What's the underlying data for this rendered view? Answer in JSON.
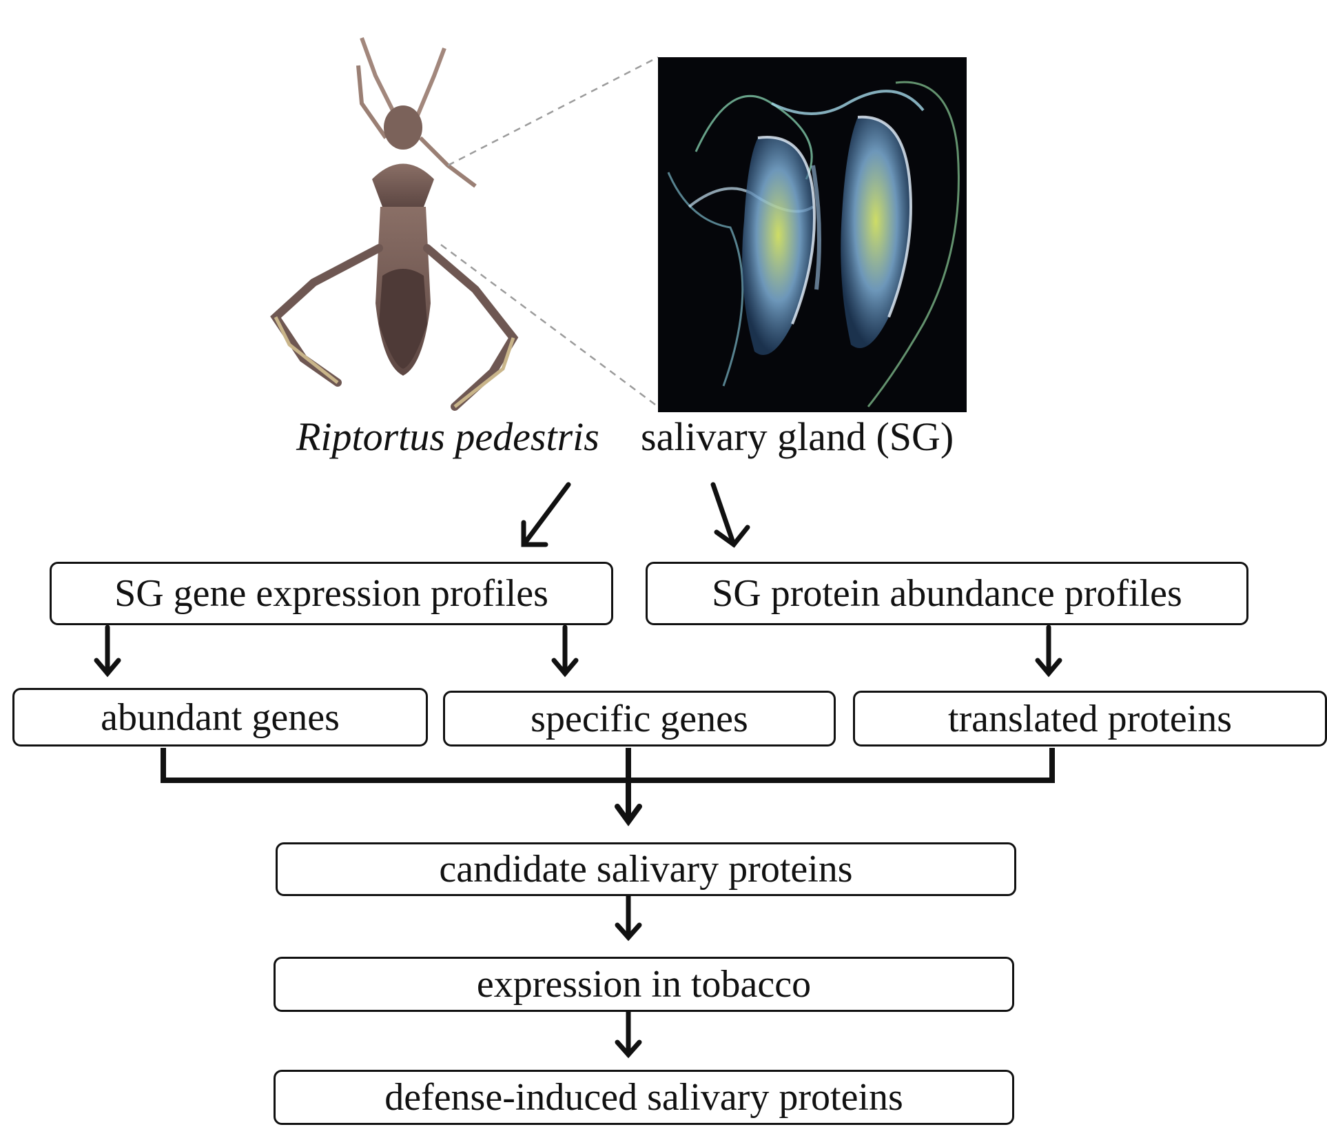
{
  "caption": {
    "species": "Riptortus pedestris",
    "organ": "salivary gland (SG)"
  },
  "boxes": {
    "gene_profiles": "SG gene expression profiles",
    "protein_profiles": "SG protein abundance profiles",
    "abundant_genes": "abundant genes",
    "specific_genes": "specific genes",
    "translated_proteins": "translated proteins",
    "candidate": "candidate salivary proteins",
    "tobacco": "expression in tobacco",
    "defense": "defense-induced salivary proteins"
  }
}
